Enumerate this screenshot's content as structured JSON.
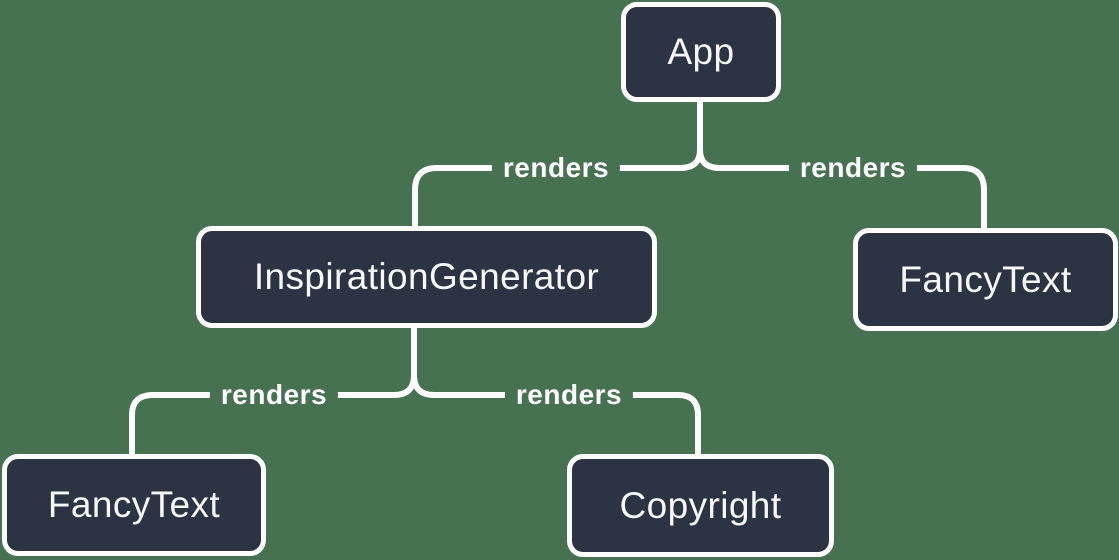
{
  "colors": {
    "background": "#477251",
    "node_fill": "#2c3342",
    "node_border": "#ffffff",
    "edge": "#ffffff",
    "text": "#f6f7f9"
  },
  "diagram": {
    "type": "component-render-tree",
    "nodes": [
      {
        "id": "app",
        "label": "App"
      },
      {
        "id": "inspiration-generator",
        "label": "InspirationGenerator"
      },
      {
        "id": "fancy-text-right",
        "label": "FancyText"
      },
      {
        "id": "fancy-text-left",
        "label": "FancyText"
      },
      {
        "id": "copyright",
        "label": "Copyright"
      }
    ],
    "edges": [
      {
        "from": "app",
        "to": "inspiration-generator",
        "label": "renders"
      },
      {
        "from": "app",
        "to": "fancy-text-right",
        "label": "renders"
      },
      {
        "from": "inspiration-generator",
        "to": "fancy-text-left",
        "label": "renders"
      },
      {
        "from": "inspiration-generator",
        "to": "copyright",
        "label": "renders"
      }
    ]
  }
}
